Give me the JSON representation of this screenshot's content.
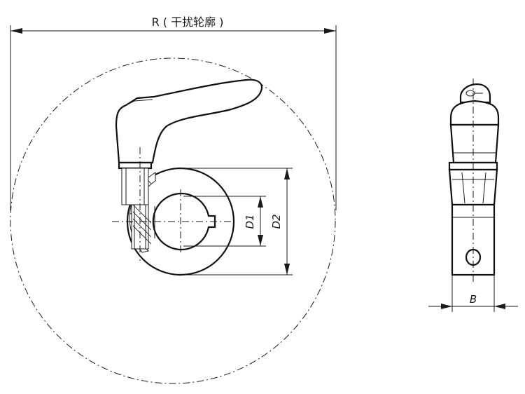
{
  "labels": {
    "r_dimension": "R ( 干扰轮廓 )",
    "d1": "D1",
    "d2": "D2",
    "b": "B"
  }
}
